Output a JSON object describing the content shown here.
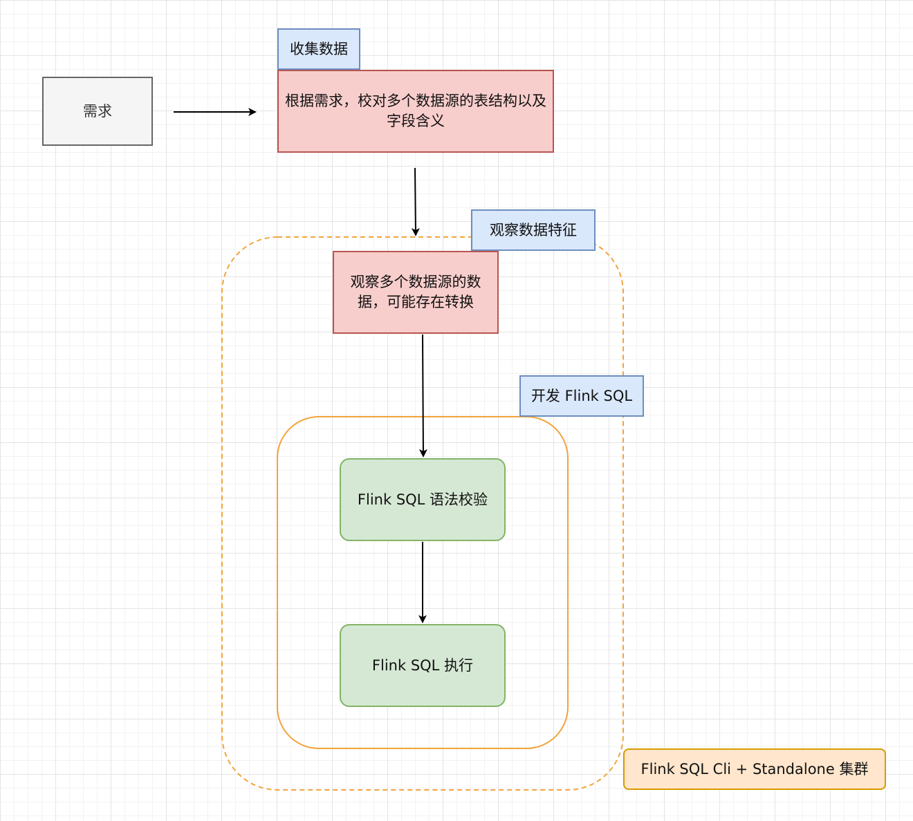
{
  "nodes": {
    "demand": "需求",
    "collect_label": "收集数据",
    "collect_box": "根据需求，校对多个数据源的表结构以及字段含义",
    "observe_label": "观察数据特征",
    "observe_box": "观察多个数据源的数据，可能存在转换",
    "develop_label": "开发 Flink SQL",
    "validate": "Flink SQL 语法校验",
    "execute": "Flink SQL 执行",
    "cluster_label": "Flink SQL Cli + Standalone 集群"
  },
  "colors": {
    "red_fill": "#f8cecc",
    "red_stroke": "#b85450",
    "blue_fill": "#dae8fc",
    "blue_stroke": "#6c8ebf",
    "green_fill": "#d5e8d4",
    "green_stroke": "#82b366",
    "orange_fill": "#ffe6cc",
    "orange_stroke": "#d79b00",
    "container_stroke": "#f2a33a",
    "gray_fill": "#f5f5f5",
    "gray_stroke": "#666666"
  }
}
